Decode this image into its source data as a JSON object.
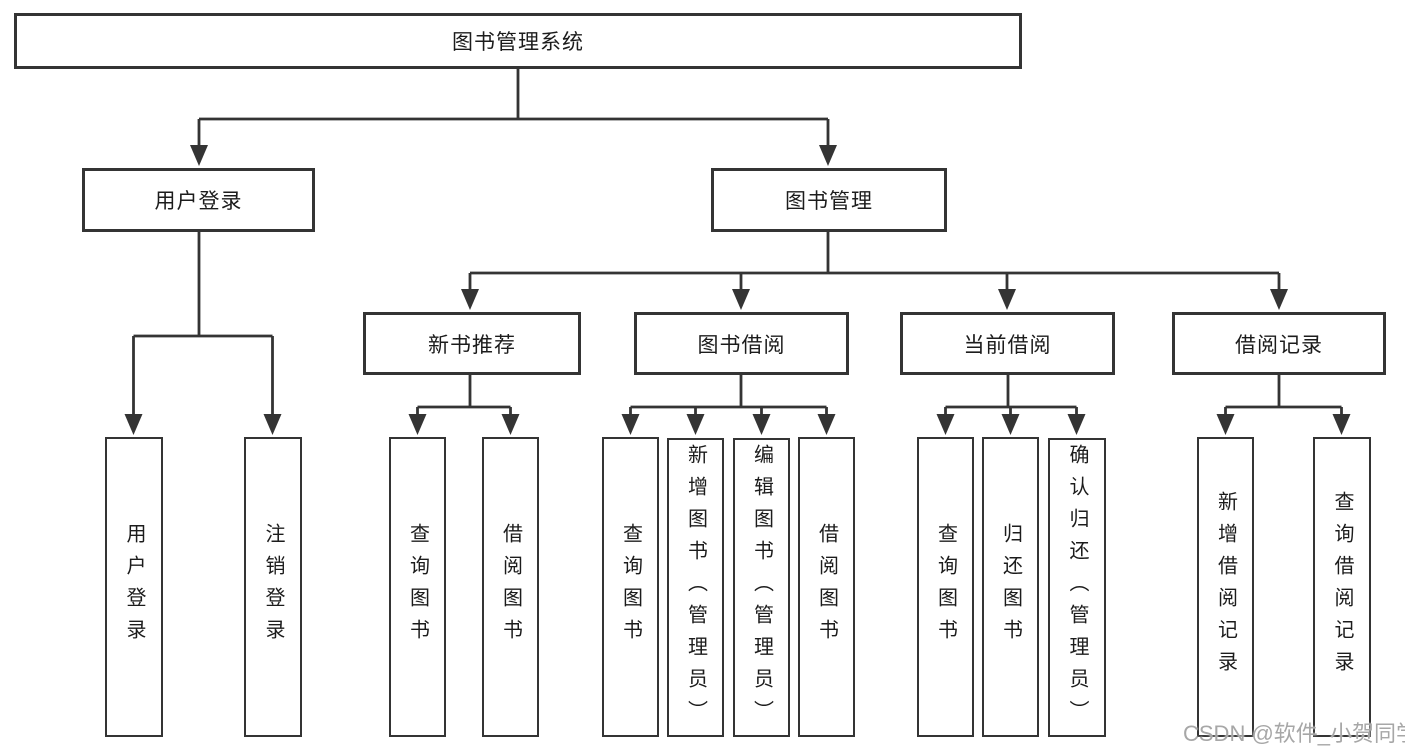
{
  "title": "图书管理系统",
  "level2": [
    {
      "label": "用户登录"
    },
    {
      "label": "图书管理"
    }
  ],
  "level3": [
    {
      "label": "新书推荐"
    },
    {
      "label": "图书借阅"
    },
    {
      "label": "当前借阅"
    },
    {
      "label": "借阅记录"
    }
  ],
  "leaves": {
    "user_login": [
      "用户登录",
      "注销登录"
    ],
    "new_book": [
      "查询图书",
      "借阅图书"
    ],
    "book_borrow": [
      "查询图书",
      "新增图书（管理员）",
      "编辑图书（管理员）",
      "借阅图书"
    ],
    "current_borrow": [
      "查询图书",
      "归还图书",
      "确认归还（管理员）"
    ],
    "borrow_record": [
      "新增借阅记录",
      "查询借阅记录"
    ]
  },
  "watermark": "CSDN @软件_小贺同学",
  "colors": {
    "line": "#343434",
    "box_border": "#343434",
    "text": "#1c1c1c",
    "watermark": "#a7a7a7",
    "background": "#ffffff"
  }
}
